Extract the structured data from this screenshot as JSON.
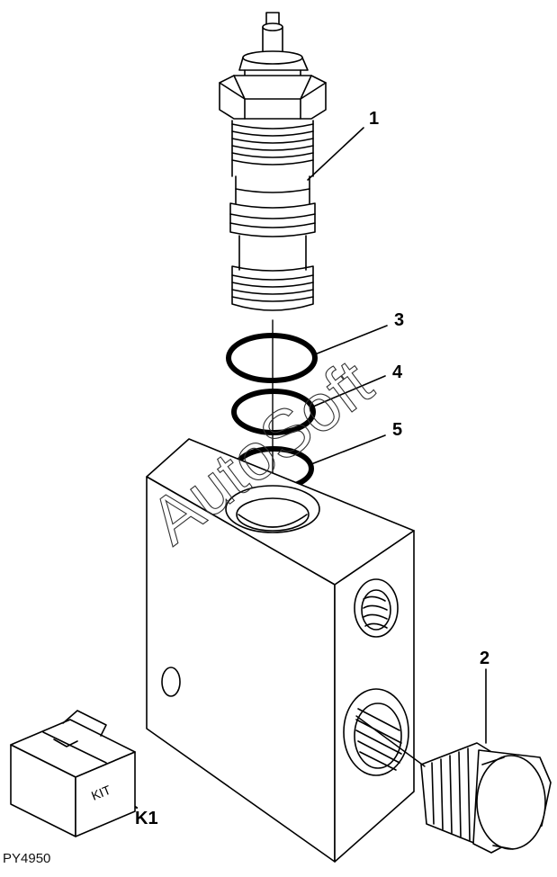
{
  "diagram": {
    "callouts": [
      {
        "id": "callout-1",
        "label": "1"
      },
      {
        "id": "callout-2",
        "label": "2"
      },
      {
        "id": "callout-3",
        "label": "3"
      },
      {
        "id": "callout-4",
        "label": "4"
      },
      {
        "id": "callout-5",
        "label": "5"
      }
    ],
    "kit": {
      "box_label": "KIT",
      "callout": "K1"
    },
    "watermark": "AutoSoft",
    "figure_id": "PY4950"
  }
}
